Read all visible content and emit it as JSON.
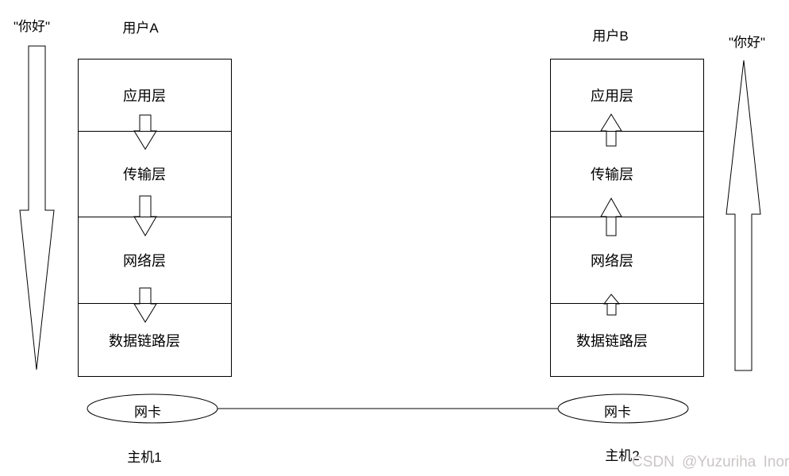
{
  "left_host": {
    "message": "\"你好\"",
    "user": "用户A",
    "layers": [
      "应用层",
      "传输层",
      "网络层",
      "数据链路层"
    ],
    "nic": "网卡",
    "host": "主机1"
  },
  "right_host": {
    "message": "\"你好\"",
    "user": "用户B",
    "layers": [
      "应用层",
      "传输层",
      "网络层",
      "数据链路层"
    ],
    "nic": "网卡",
    "host": "主机2"
  },
  "watermark": "CSDN @Yuzuriha Inori",
  "colors": {
    "line": "#000000",
    "text": "#000000",
    "watermark": "#cbc6c6",
    "background": "#ffffff"
  }
}
